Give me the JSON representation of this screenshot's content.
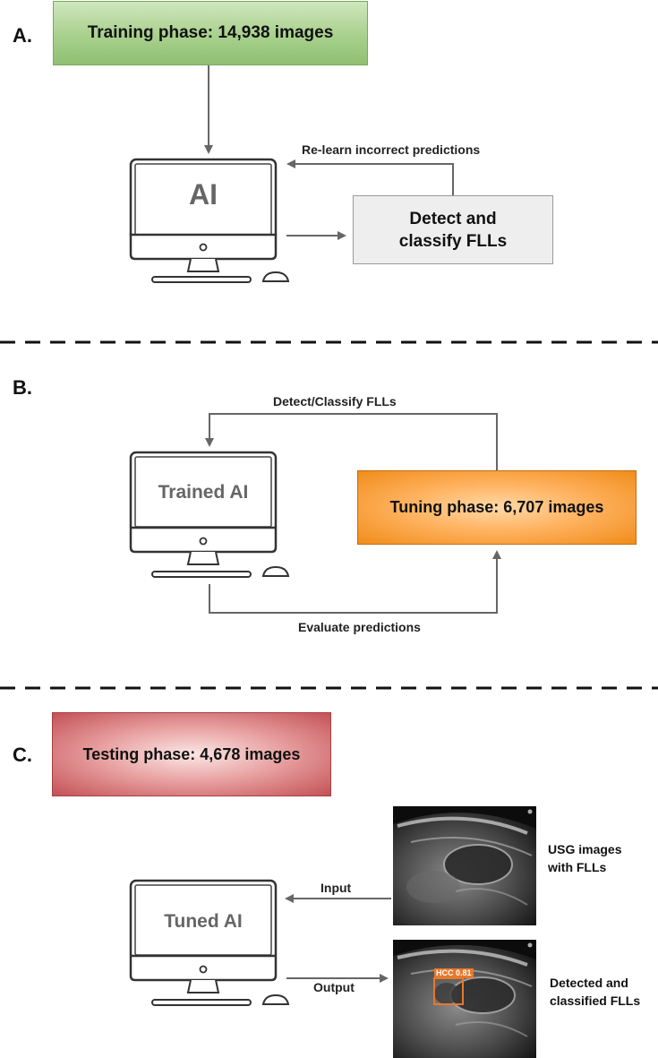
{
  "section_a": {
    "label": "A.",
    "training_box": "Training phase: 14,938 images",
    "monitor_text": "AI",
    "detect_box_line1": "Detect and",
    "detect_box_line2": "classify FLLs",
    "relearn_label": "Re-learn incorrect predictions"
  },
  "section_b": {
    "label": "B.",
    "detect_label": "Detect/Classify FLLs",
    "monitor_text": "Trained AI",
    "tuning_box": "Tuning phase: 6,707 images",
    "evaluate_label": "Evaluate predictions"
  },
  "section_c": {
    "label": "C.",
    "testing_box": "Testing phase: 4,678 images",
    "monitor_text": "Tuned AI",
    "input_label": "Input",
    "output_label": "Output",
    "usg_label_line1": "USG images",
    "usg_label_line2": "with FLLs",
    "detected_label_line1": "Detected and",
    "detected_label_line2": "classified FLLs",
    "detection_tag": "HCC 0.81"
  },
  "colors": {
    "training_box": "#a8d08d",
    "tuning_box": "#f5a040",
    "testing_box": "#d87a7d",
    "detect_box": "#eeeeee",
    "arrow": "#666666",
    "detection_box": "#e8782a"
  }
}
